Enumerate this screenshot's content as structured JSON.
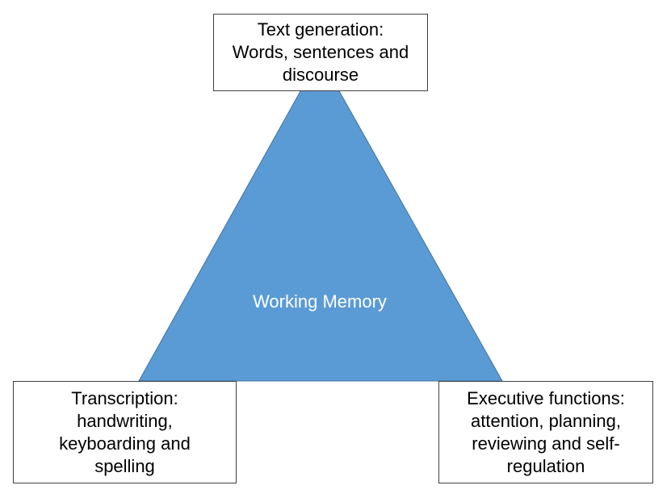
{
  "center": {
    "label": "Working Memory",
    "color": "#ffffff"
  },
  "triangle": {
    "fill": "#5b9bd5",
    "stroke": "#41719c"
  },
  "nodes": {
    "top": "Text generation:\nWords, sentences and\ndiscourse",
    "left": "Transcription:\nhandwriting,\nkeyboarding and\nspelling",
    "right": "Executive functions:\nattention, planning,\nreviewing and self-\nregulation"
  }
}
